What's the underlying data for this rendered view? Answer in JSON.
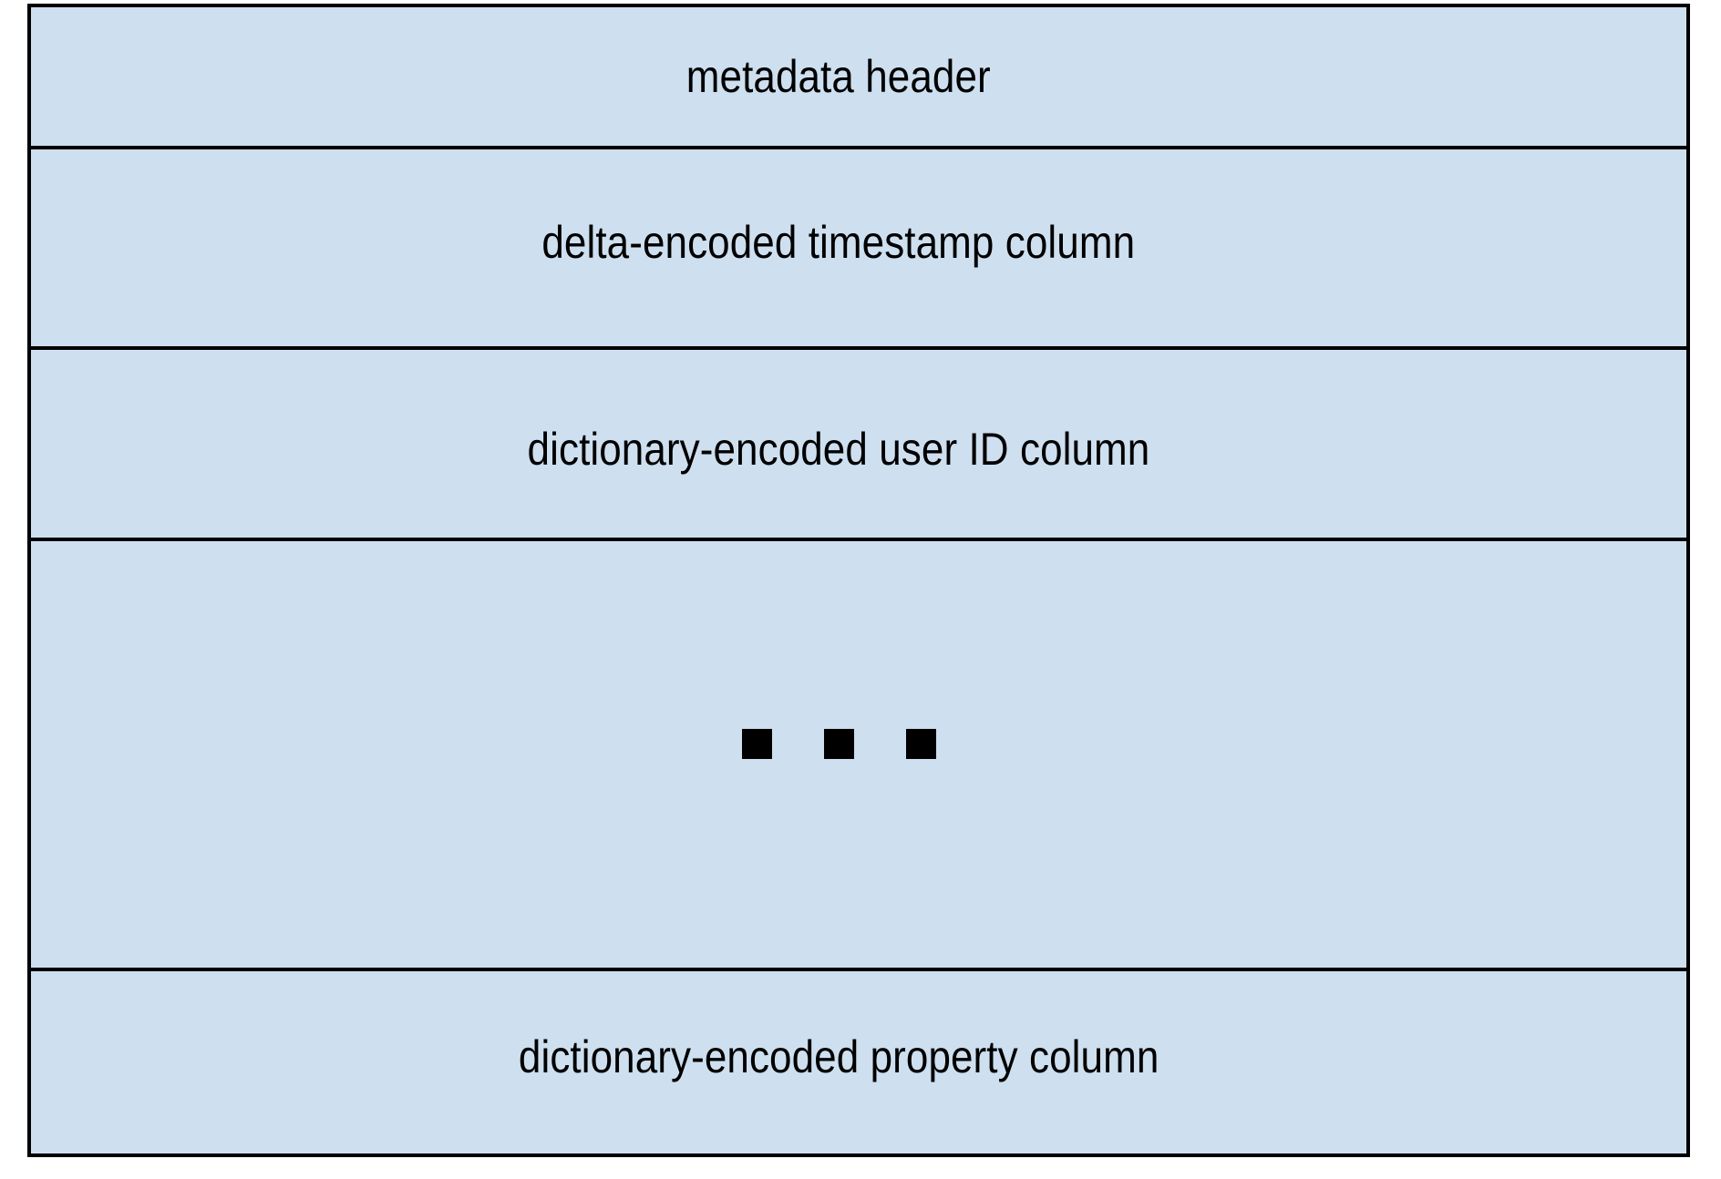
{
  "diagram": {
    "type": "stacked-block-layout",
    "title": "columnar file block layout",
    "colors": {
      "block_fill": "#cedfef",
      "block_border": "#000000",
      "label_text": "#000000",
      "canvas_background": "#ffffff",
      "ellipsis_mark": "#000000"
    },
    "rows": [
      {
        "id": "metadata-header",
        "label": "metadata header",
        "kind": "text"
      },
      {
        "id": "timestamp-column",
        "label": "delta-encoded timestamp column",
        "kind": "text"
      },
      {
        "id": "user-id-column",
        "label": "dictionary-encoded user ID column",
        "kind": "text"
      },
      {
        "id": "continuation",
        "label": "",
        "kind": "ellipsis",
        "marks": [
          "square-mark",
          "square-mark",
          "square-mark"
        ]
      },
      {
        "id": "property-column",
        "label": "dictionary-encoded property column",
        "kind": "text"
      }
    ]
  }
}
